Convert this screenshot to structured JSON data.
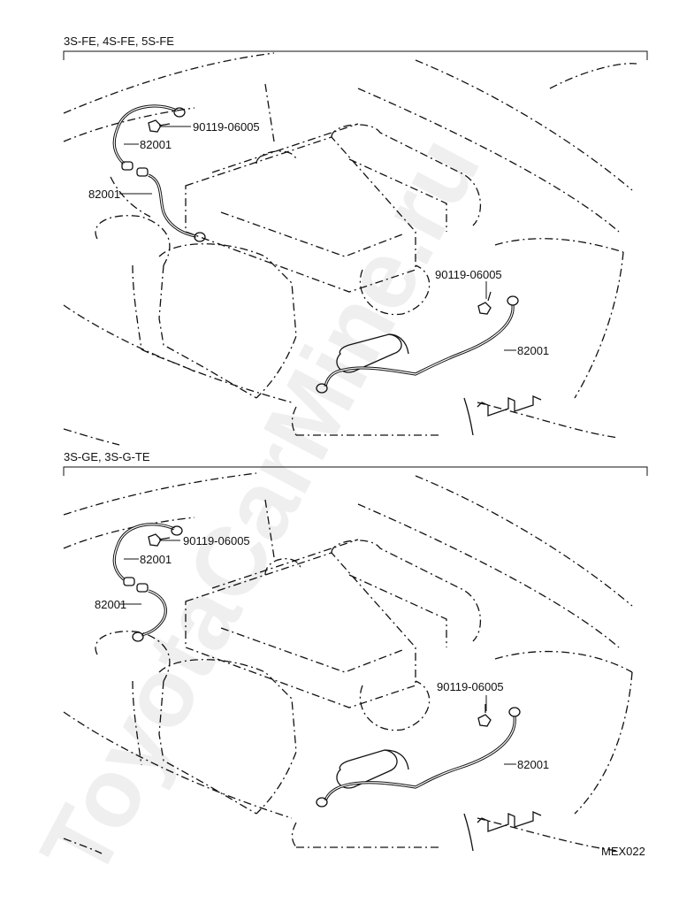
{
  "watermark": "ToyotaCarMine.ru",
  "diagram_code": "MEX022",
  "panels": [
    {
      "header": "3S-FE, 4S-FE, 5S-FE",
      "labels": {
        "bolt_upper": "90119-06005",
        "strap_upper_a": "82001",
        "strap_upper_b": "82001",
        "bolt_right": "90119-06005",
        "strap_right": "82001"
      }
    },
    {
      "header": "3S-GE, 3S-G-TE",
      "labels": {
        "bolt_upper": "90119-06005",
        "strap_upper_a": "82001",
        "strap_upper_b": "82001",
        "bolt_right": "90119-06005",
        "strap_right": "82001"
      }
    }
  ]
}
